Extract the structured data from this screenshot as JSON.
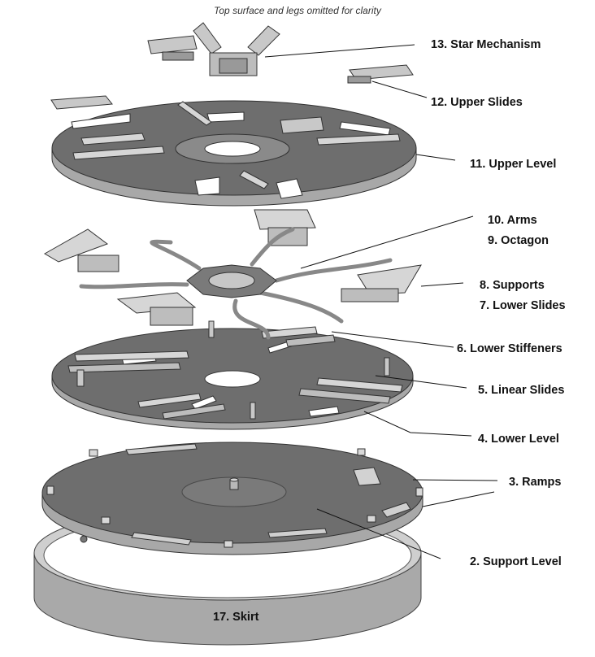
{
  "caption": "Top surface and legs omitted for clarity",
  "labels": {
    "star_mechanism": "13. Star Mechanism",
    "upper_slides": "12. Upper Slides",
    "upper_level": "11. Upper Level",
    "arms": "10. Arms",
    "octagon": "9. Octagon",
    "supports": "8. Supports",
    "lower_slides": "7. Lower Slides",
    "lower_stiffeners": "6. Lower Stiffeners",
    "linear_slides": "5. Linear Slides",
    "lower_level": "4. Lower Level",
    "ramps": "3. Ramps",
    "support_level": "2. Support Level",
    "skirt": "17. Skirt"
  },
  "colors": {
    "plate_top": "#6e6e6e",
    "plate_edge": "#a8a8a8",
    "part_light": "#d6d6d6",
    "part_mid": "#9a9a9a",
    "leader": "#111111",
    "skirt": "#a9a9a9"
  }
}
